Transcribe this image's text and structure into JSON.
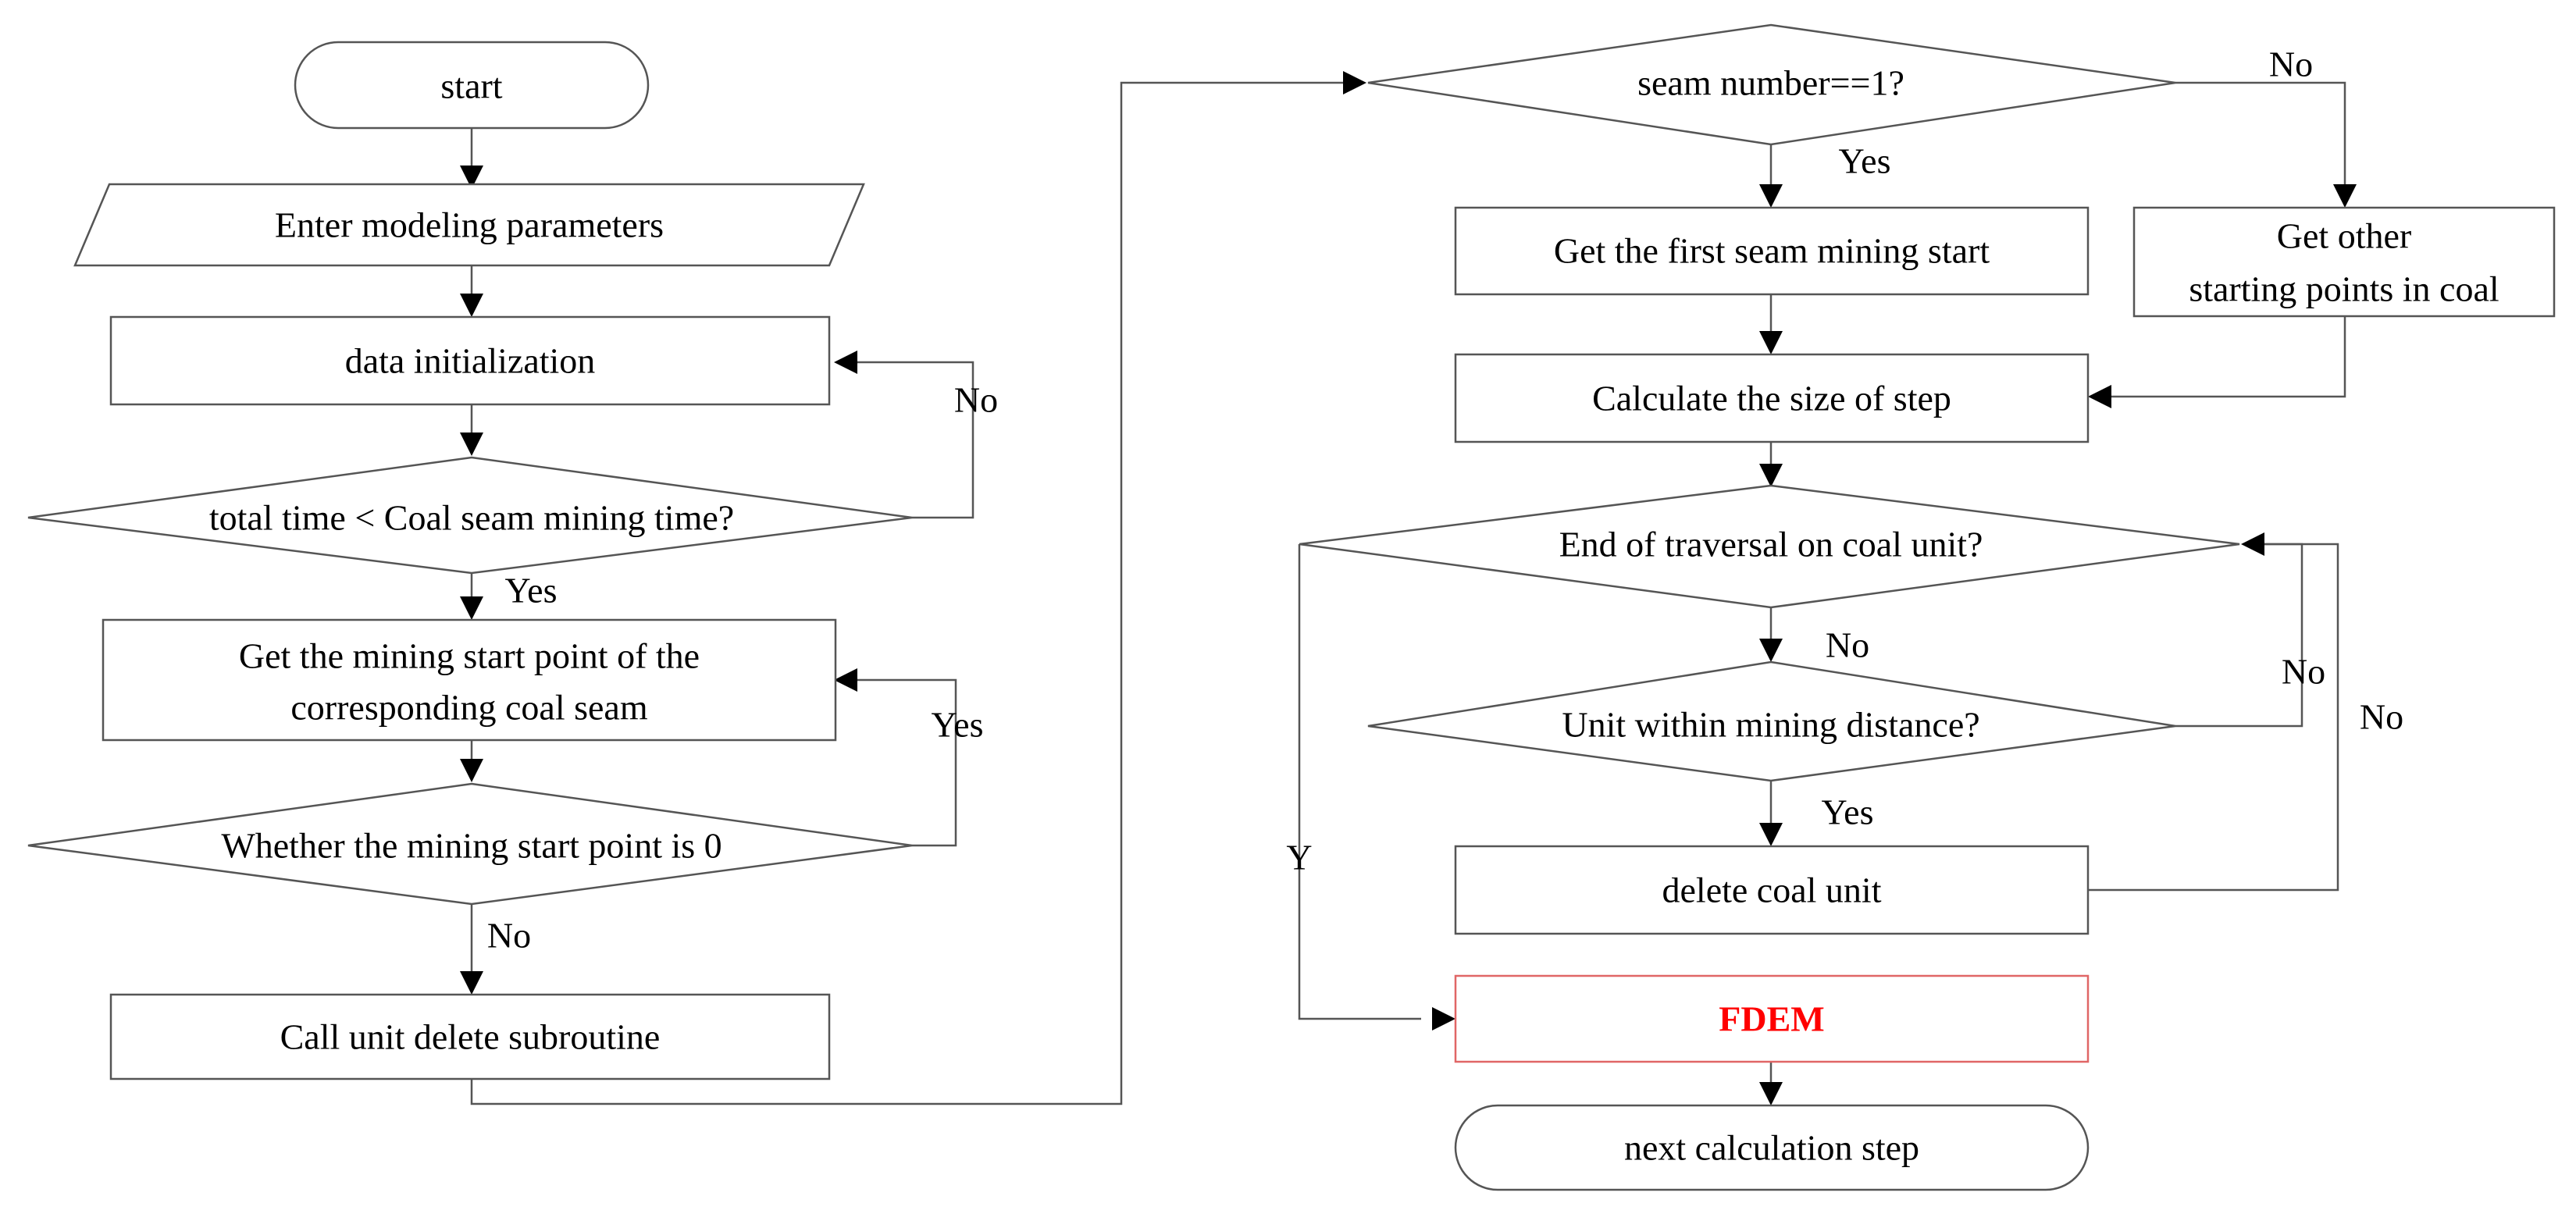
{
  "colors": {
    "accent": "#ff0000",
    "stroke": "#555555",
    "text": "#000000"
  },
  "nodes": {
    "start": "start",
    "enter_params": "Enter modeling parameters",
    "data_init": "data initialization",
    "total_time_check": "total time < Coal seam mining time?",
    "get_start_point_line1": "Get the mining start point of the",
    "get_start_point_line2": "corresponding coal seam",
    "start_point_zero_check": "Whether the mining start point is 0",
    "call_delete": "Call unit delete subroutine",
    "seam_number_check": "seam number==1?",
    "get_first_seam": "Get the first seam mining start",
    "get_other_line1": "Get other",
    "get_other_line2": "starting points in coal",
    "calc_step": "Calculate the size of step",
    "end_traversal_check": "End of traversal on coal unit?",
    "unit_within_check": "Unit within mining distance?",
    "delete_coal_unit": "delete coal unit",
    "fdem": "FDEM",
    "next_step": "next calculation step"
  },
  "edge_labels": {
    "total_time_no": "No",
    "total_time_yes": "Yes",
    "start_point_yes": "Yes",
    "start_point_no": "No",
    "seam_yes": "Yes",
    "seam_no": "No",
    "traversal_no": "No",
    "traversal_y": "Y",
    "within_yes": "Yes",
    "within_no": "No",
    "delete_loop_no": "No"
  }
}
